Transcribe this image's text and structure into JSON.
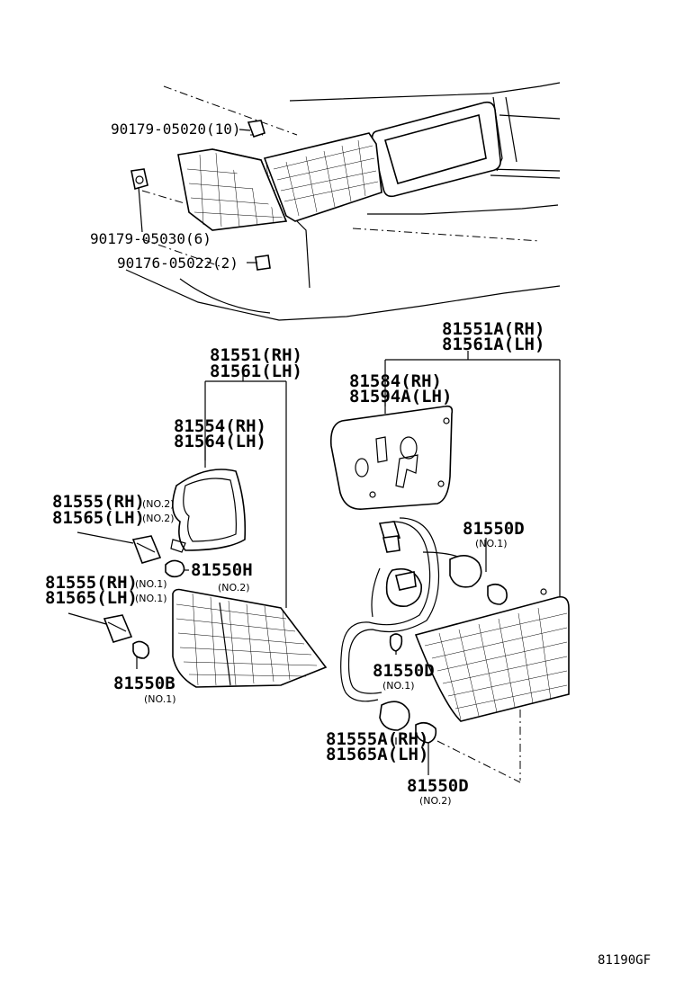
{
  "top_assembly": {
    "callouts": [
      {
        "id": "clip-10",
        "text": "90179-05020(10)"
      },
      {
        "id": "nut-6",
        "text": "90179-05030(6)"
      },
      {
        "id": "nut-2",
        "text": "90176-05022(2)"
      }
    ]
  },
  "outer_lamp": {
    "assembly": {
      "rh": "81551(RH)",
      "lh": "81561(LH)"
    },
    "lens_gasket": {
      "rh": "81554(RH)",
      "lh": "81564(LH)"
    },
    "socket_no2": {
      "rh": "81555(RH)",
      "lh": "81565(LH)",
      "note_rh": "(NO.2)",
      "note_lh": "(NO.2)"
    },
    "socket_no1": {
      "rh": "81555(RH)",
      "lh": "81565(LH)",
      "note_rh": "(NO.1)",
      "note_lh": "(NO.1)"
    },
    "bulb_h": {
      "part": "81550H",
      "note": "(NO.2)"
    },
    "bulb_b": {
      "part": "81550B",
      "note": "(NO.1)"
    }
  },
  "inner_lamp": {
    "assembly": {
      "rh": "81551A(RH)",
      "lh": "81561A(LH)"
    },
    "cover": {
      "rh": "81584(RH)",
      "lh": "81594A(LH)"
    },
    "bulb_d1_upper": {
      "part": "81550D",
      "note": "(NO.1)"
    },
    "bulb_d1_lower": {
      "part": "81550D",
      "note": "(NO.1)"
    },
    "socket_a": {
      "rh": "81555A(RH)",
      "lh": "81565A(LH)"
    },
    "bulb_d2": {
      "part": "81550D",
      "note": "(NO.2)"
    }
  },
  "figure_id": "81190GF"
}
